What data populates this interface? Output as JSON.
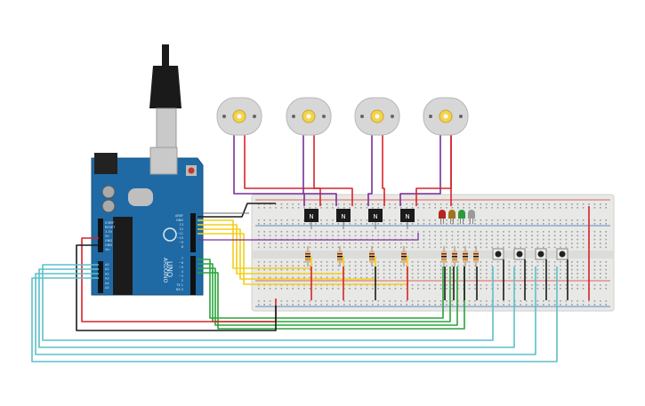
{
  "arduino": {
    "brand": "ARDUINO",
    "model": "UNO",
    "header_top_labels": [
      "AREF",
      "GND",
      "13",
      "12",
      "~11",
      "~10",
      "~9",
      "8"
    ],
    "header_bottom_labels": [
      "7",
      "~6",
      "~5",
      "4",
      "~3",
      "2",
      "TX 1",
      "RX 0"
    ],
    "power_labels": [
      "IOREF",
      "RESET",
      "3.3V",
      "5V",
      "GND",
      "GND",
      "Vin"
    ],
    "analog_labels": [
      "A0",
      "A1",
      "A2",
      "A3",
      "A4",
      "A5"
    ],
    "colors": {
      "board": "#1f6aa5",
      "board_dark": "#16507e",
      "silk": "#dde9f3"
    }
  },
  "usb_cable": {
    "colors": {
      "plug": "#1a1a1a",
      "metal": "#c9c9c9"
    }
  },
  "motors": {
    "count": 4,
    "colors": {
      "body": "#d7d7d7",
      "shaft": "#f5d34a"
    }
  },
  "transistors": {
    "label": "N",
    "count": 4
  },
  "leds": {
    "colors": [
      "#b5261e",
      "#a0741c",
      "#2b9a3b",
      "#9a9a9a"
    ]
  },
  "pushbuttons": {
    "count": 4
  },
  "breadboard": {
    "colors": {
      "body": "#e8e8e6",
      "rail_red": "#d23b30",
      "rail_blue": "#2d6fb5"
    }
  },
  "wire_colors": {
    "red": "#d8232a",
    "black": "#1a1a1a",
    "purple": "#7a2e9a",
    "yellow": "#f2cf1a",
    "green": "#2aa33a",
    "cyan": "#5cc0c8",
    "gray": "#666666"
  }
}
